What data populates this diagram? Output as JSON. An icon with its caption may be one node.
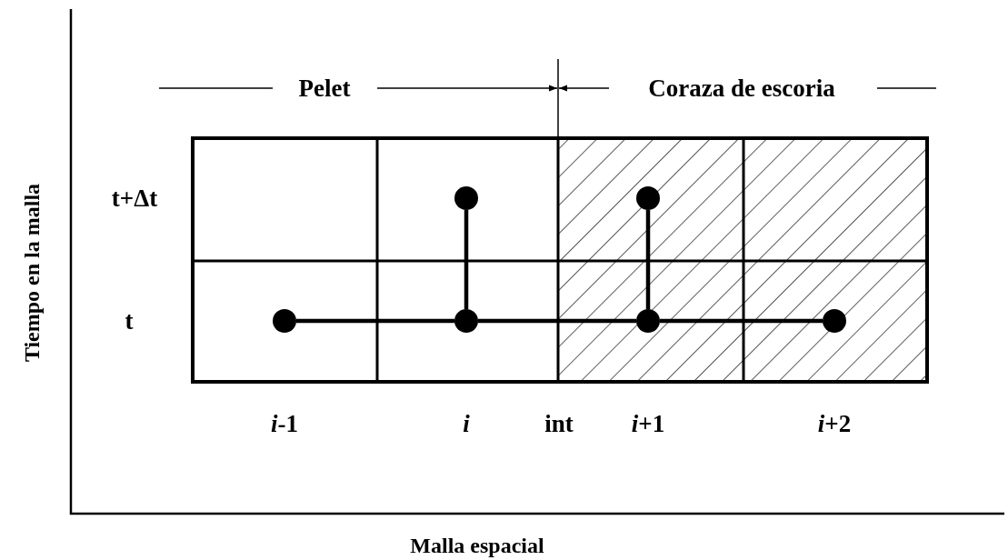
{
  "diagram": {
    "nodes": [
      {
        "text": [],
        "shape": "circle"
      },
      {
        "text": [],
        "shape": "circle"
      },
      {
        "text": [],
        "shape": "circle"
      },
      {
        "text": [],
        "shape": "circle"
      },
      {
        "text": [],
        "shape": "circle"
      },
      {
        "text": [],
        "shape": "circle"
      }
    ],
    "edges": [
      {
        "from": 0,
        "to": 3,
        "arrow": "none"
      },
      {
        "from": 1,
        "to": 4,
        "arrow": "none"
      },
      {
        "from": 2,
        "to": 3,
        "arrow": "none"
      },
      {
        "from": 3,
        "to": 4,
        "arrow": "none"
      },
      {
        "from": 4,
        "to": 5,
        "arrow": "none"
      }
    ],
    "labels": [
      "Pelet",
      "Coraza de escoria",
      "t+Δt",
      "t",
      "*i*-1",
      "i",
      "int",
      "*i*+1",
      "*i*+2",
      "Tiempo en la malla",
      "Malla espacial"
    ]
  }
}
